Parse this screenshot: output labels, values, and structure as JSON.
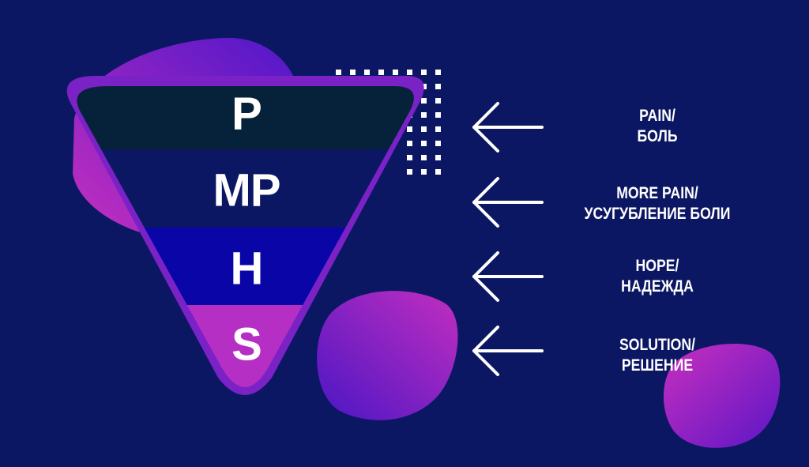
{
  "colors": {
    "background": "#0c1763",
    "frame": "#7a22c6",
    "layer_p": "#06223a",
    "layer_mp": "#0c1763",
    "layer_h": "#0a05a6",
    "layer_s": "#b52fc4",
    "text": "#ffffff",
    "blob_start": "#c22fbe",
    "blob_end": "#5416c8"
  },
  "funnel": {
    "layers": [
      {
        "letter": "P"
      },
      {
        "letter": "MP"
      },
      {
        "letter": "H"
      },
      {
        "letter": "S"
      }
    ]
  },
  "labels": [
    {
      "line1": "PAIN/",
      "line2": "БОЛЬ",
      "icon": "arrow-left-icon"
    },
    {
      "line1": "MORE PAIN/",
      "line2": "УСУГУБЛЕНИЕ БОЛИ",
      "icon": "arrow-left-icon"
    },
    {
      "line1": "HOPE/",
      "line2": "НАДЕЖДА",
      "icon": "arrow-left-icon"
    },
    {
      "line1": "SOLUTION/",
      "line2": "РЕШЕНИЕ",
      "icon": "arrow-left-icon"
    }
  ]
}
